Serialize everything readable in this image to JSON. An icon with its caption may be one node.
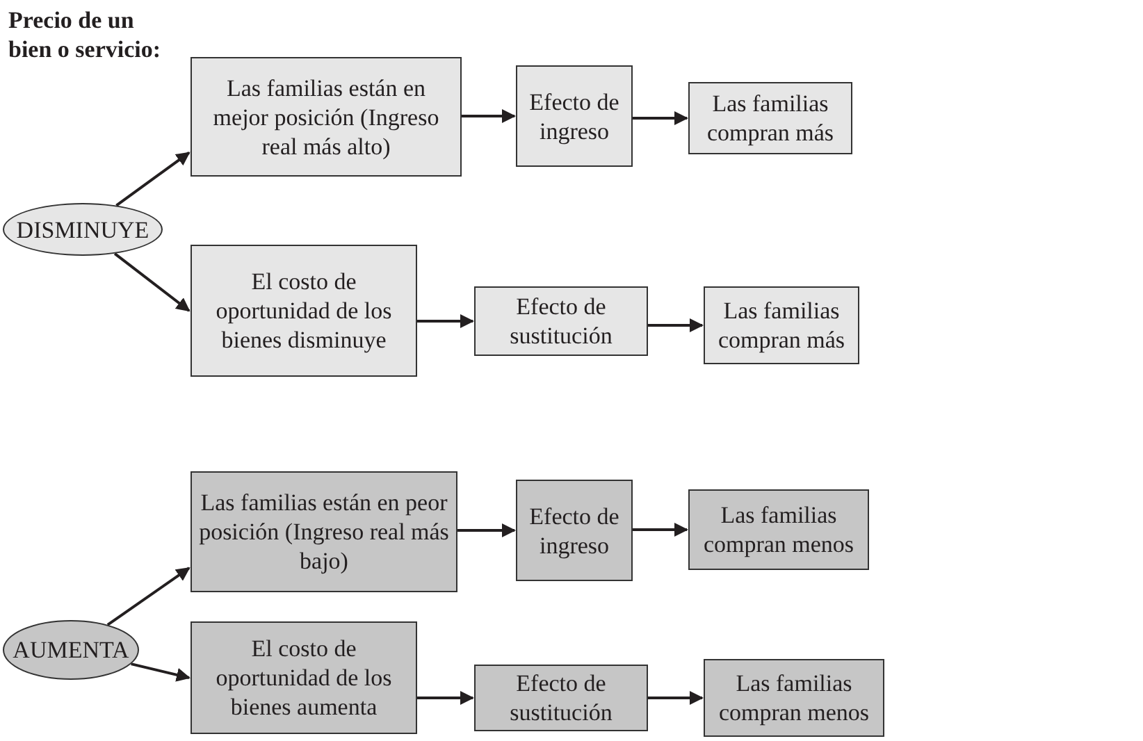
{
  "diagram": {
    "title": "Precio de un bien o servicio:",
    "nodes": [
      {
        "text": [
          "DISMINUYE"
        ]
      },
      {
        "text": [
          "Las familias están en mejor posición (Ingreso real más alto)"
        ]
      },
      {
        "text": [
          "Efecto de ingreso"
        ]
      },
      {
        "text": [
          "Las familias compran más"
        ]
      },
      {
        "text": [
          "El costo de oportunidad de los bienes disminuye"
        ]
      },
      {
        "text": [
          "Efecto de sustitución"
        ]
      },
      {
        "text": [
          "Las familias compran más"
        ]
      },
      {
        "text": [
          "AUMENTA"
        ]
      },
      {
        "text": [
          "Las familias están en peor posición (Ingreso real más bajo)"
        ]
      },
      {
        "text": [
          "Efecto de ingreso"
        ]
      },
      {
        "text": [
          "Las familias compran menos"
        ]
      },
      {
        "text": [
          "El costo de oportunidad de los bienes aumenta"
        ]
      },
      {
        "text": [
          "Efecto de sustitución"
        ]
      },
      {
        "text": [
          "Las familias compran menos"
        ]
      }
    ],
    "edges": [
      {
        "from": 0,
        "to": 1,
        "arrow": "to"
      },
      {
        "from": 1,
        "to": 2,
        "arrow": "to"
      },
      {
        "from": 2,
        "to": 3,
        "arrow": "to"
      },
      {
        "from": 0,
        "to": 4,
        "arrow": "to"
      },
      {
        "from": 4,
        "to": 5,
        "arrow": "to"
      },
      {
        "from": 5,
        "to": 6,
        "arrow": "to"
      },
      {
        "from": 7,
        "to": 8,
        "arrow": "to"
      },
      {
        "from": 8,
        "to": 9,
        "arrow": "to"
      },
      {
        "from": 9,
        "to": 10,
        "arrow": "to"
      },
      {
        "from": 7,
        "to": 11,
        "arrow": "to"
      },
      {
        "from": 11,
        "to": 12,
        "arrow": "to"
      },
      {
        "from": 12,
        "to": 13,
        "arrow": "to"
      }
    ]
  }
}
